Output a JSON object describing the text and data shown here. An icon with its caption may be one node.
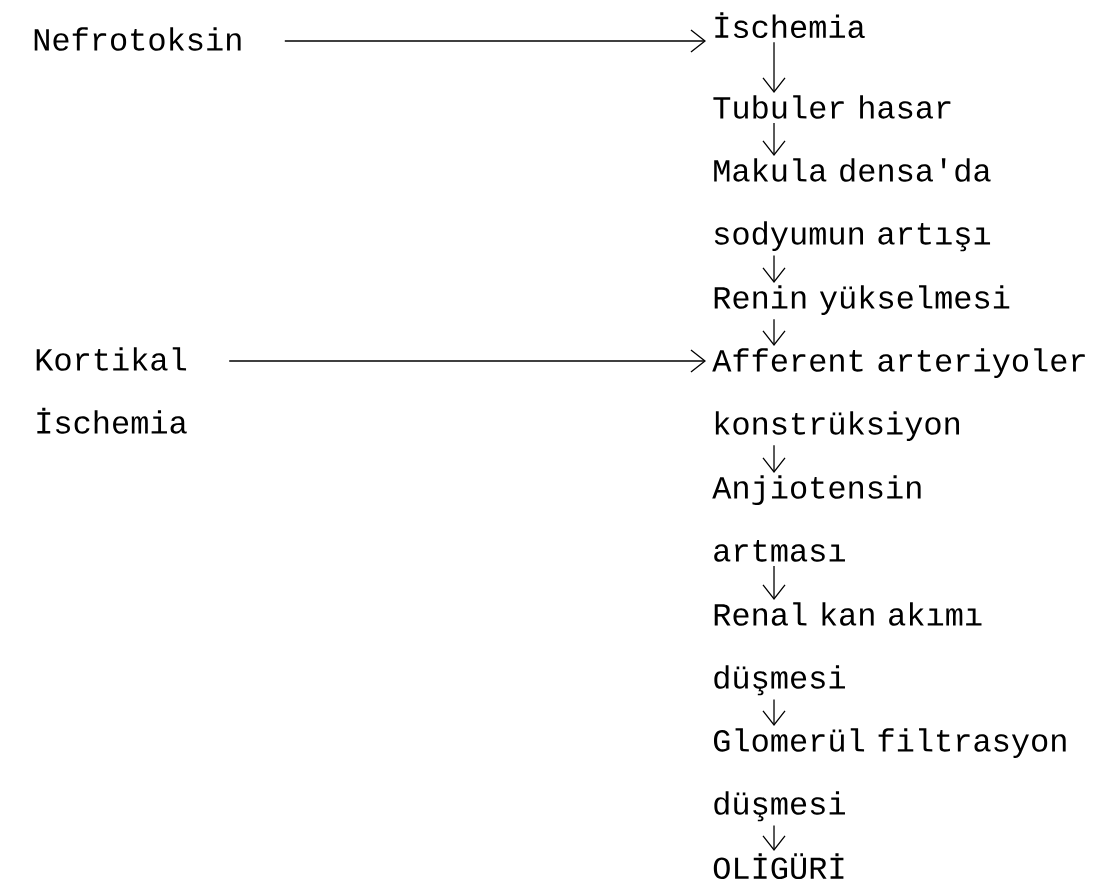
{
  "diagram": {
    "nodes": [
      {
        "text": [
          "Nefrotoksin"
        ]
      },
      {
        "text": [
          "Kortikal İschemia"
        ]
      },
      {
        "text": [
          "İschemia"
        ]
      },
      {
        "text": [
          "Tubuler hasar"
        ]
      },
      {
        "text": [
          "Makula densa'da sodyumun artışı"
        ]
      },
      {
        "text": [
          "Renin yükselmesi"
        ]
      },
      {
        "text": [
          "Afferent arteriyoler konstrüksiyon"
        ]
      },
      {
        "text": [
          "Anjiotensin artması"
        ]
      },
      {
        "text": [
          "Renal kan akımı düşmesi"
        ]
      },
      {
        "text": [
          "Glomerül filtrasyon düşmesi"
        ]
      },
      {
        "text": [
          "OLİGÜRİ"
        ]
      }
    ],
    "edges": [
      {
        "from": 0,
        "to": 2,
        "arrow": "to"
      },
      {
        "from": 1,
        "to": 6,
        "arrow": "to"
      },
      {
        "from": 2,
        "to": 3,
        "arrow": "to"
      },
      {
        "from": 3,
        "to": 4,
        "arrow": "to"
      },
      {
        "from": 4,
        "to": 5,
        "arrow": "to"
      },
      {
        "from": 5,
        "to": 6,
        "arrow": "to"
      },
      {
        "from": 6,
        "to": 7,
        "arrow": "to"
      },
      {
        "from": 7,
        "to": 8,
        "arrow": "to"
      },
      {
        "from": 8,
        "to": 9,
        "arrow": "to"
      },
      {
        "from": 9,
        "to": 10,
        "arrow": "to"
      }
    ]
  }
}
